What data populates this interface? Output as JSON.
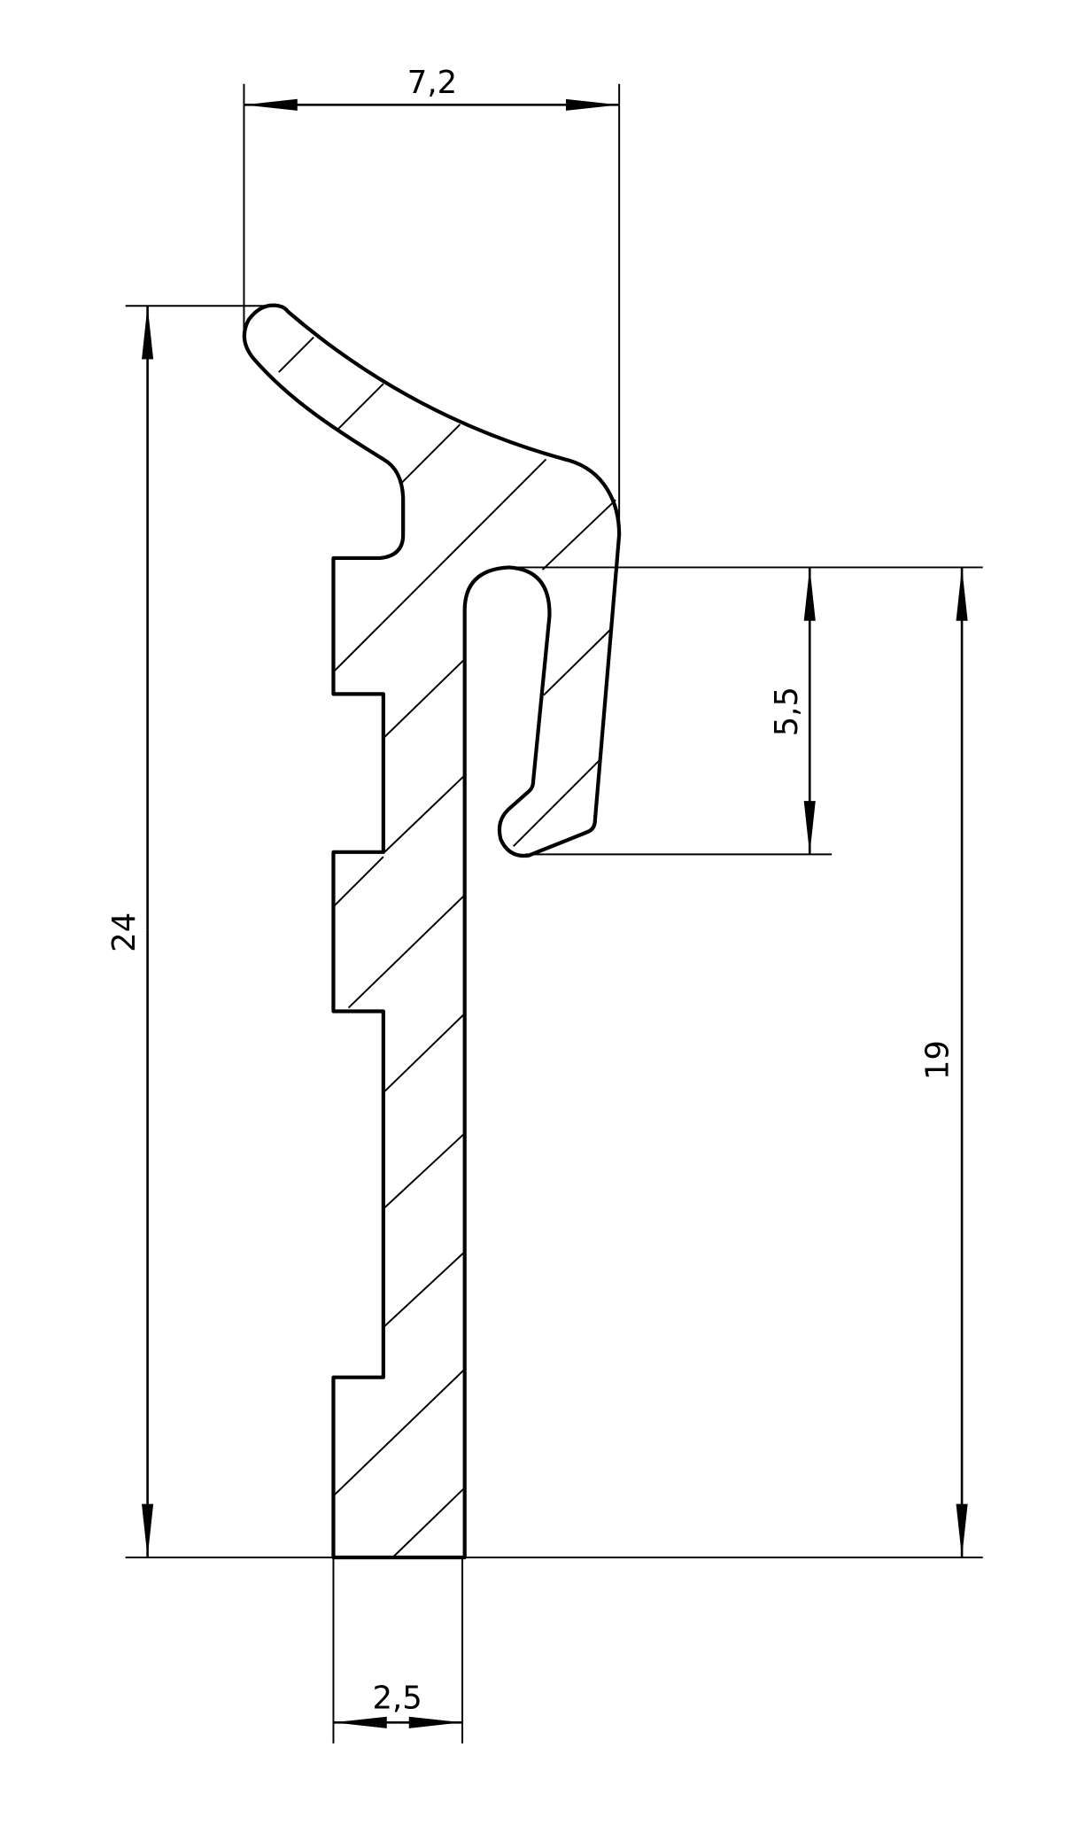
{
  "drawing": {
    "dimensions": {
      "top_width": "7,2",
      "total_height": "24",
      "hook_height": "5,5",
      "hook_to_base": "19",
      "base_width": "2,5"
    },
    "colors": {
      "line": "#000000",
      "background": "#ffffff"
    }
  }
}
